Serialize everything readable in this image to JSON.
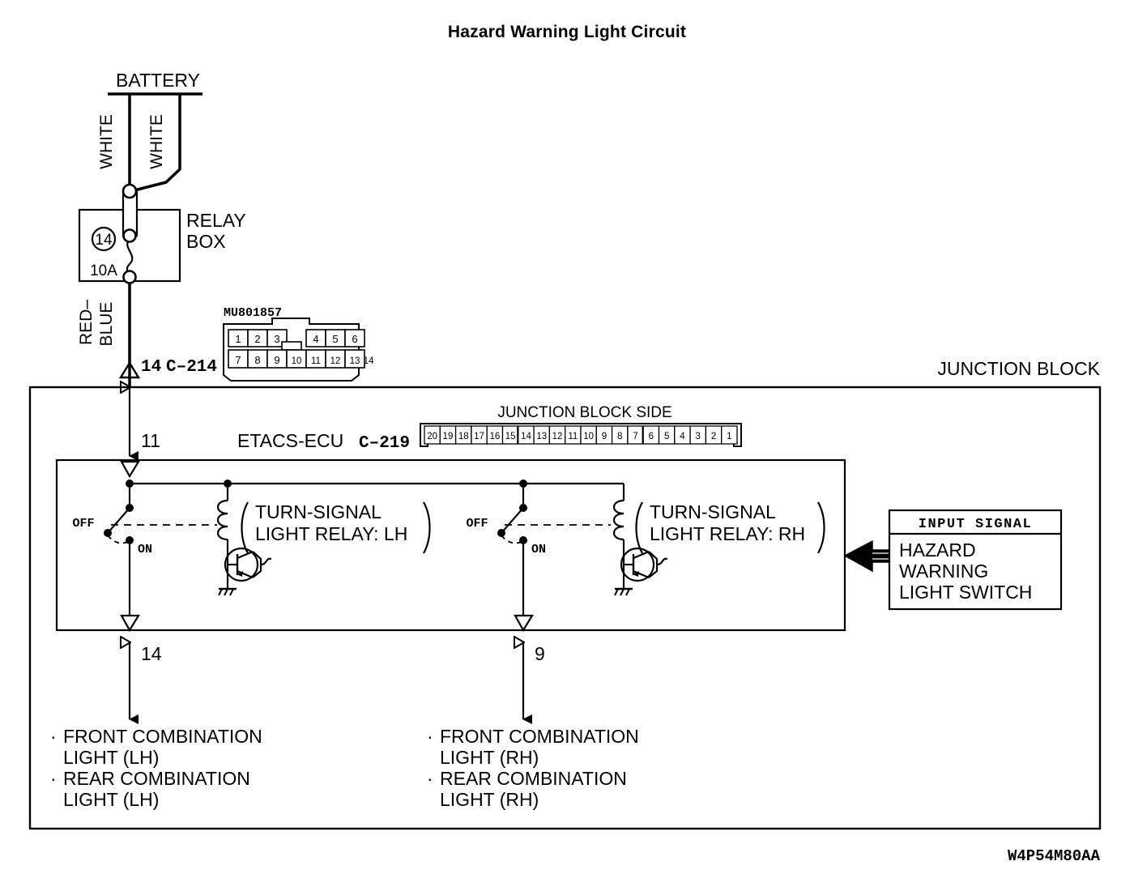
{
  "title": "Hazard Warning Light Circuit",
  "diagram_code": "W4P54M80AA",
  "power": {
    "battery_label": "BATTERY",
    "wire_left_color": "WHITE",
    "wire_right_color": "WHITE",
    "relay_box_label_line1": "RELAY",
    "relay_box_label_line2": "BOX",
    "fuse_number": "14",
    "fuse_rating": "10A",
    "fuse_out_wire_color_line1": "RED–",
    "fuse_out_wire_color_line2": "BLUE"
  },
  "connector_c214": {
    "pin_number": "14",
    "name": "C–214",
    "part_number": "MU801857",
    "top_row": [
      "1",
      "2",
      "3",
      "4",
      "5",
      "6"
    ],
    "bottom_row": [
      "7",
      "8",
      "9",
      "10",
      "11",
      "12",
      "13",
      "14"
    ]
  },
  "junction_block": {
    "label": "JUNCTION BLOCK",
    "ecu_label": "ETACS-ECU",
    "ecu_connector": "C–219",
    "connector_side_label": "JUNCTION BLOCK SIDE",
    "connector_pins": [
      "20",
      "19",
      "18",
      "17",
      "16",
      "15",
      "14",
      "13",
      "12",
      "11",
      "10",
      "9",
      "8",
      "7",
      "6",
      "5",
      "4",
      "3",
      "2",
      "1"
    ],
    "input_pin": "11",
    "output_pin_lh": "14",
    "output_pin_rh": "9"
  },
  "relays": [
    {
      "id": "lh",
      "name_line1": "TURN-SIGNAL",
      "name_line2": "LIGHT RELAY: LH",
      "switch_off": "OFF",
      "switch_on": "ON"
    },
    {
      "id": "rh",
      "name_line1": "TURN-SIGNAL",
      "name_line2": "LIGHT RELAY: RH",
      "switch_off": "OFF",
      "switch_on": "ON"
    }
  ],
  "input_signal": {
    "header": "INPUT SIGNAL",
    "body_line1": "HAZARD",
    "body_line2": "WARNING",
    "body_line3": "LIGHT SWITCH"
  },
  "loads": [
    {
      "side": "lh",
      "items": [
        {
          "bullet": "·",
          "line1": "FRONT COMBINATION",
          "line2": "LIGHT (LH)"
        },
        {
          "bullet": "·",
          "line1": "REAR COMBINATION",
          "line2": "LIGHT (LH)"
        }
      ]
    },
    {
      "side": "rh",
      "items": [
        {
          "bullet": "·",
          "line1": "FRONT COMBINATION",
          "line2": "LIGHT (RH)"
        },
        {
          "bullet": "·",
          "line1": "REAR COMBINATION",
          "line2": "LIGHT (RH)"
        }
      ]
    }
  ],
  "colors": {
    "ink": "#000000",
    "paper": "#ffffff"
  }
}
